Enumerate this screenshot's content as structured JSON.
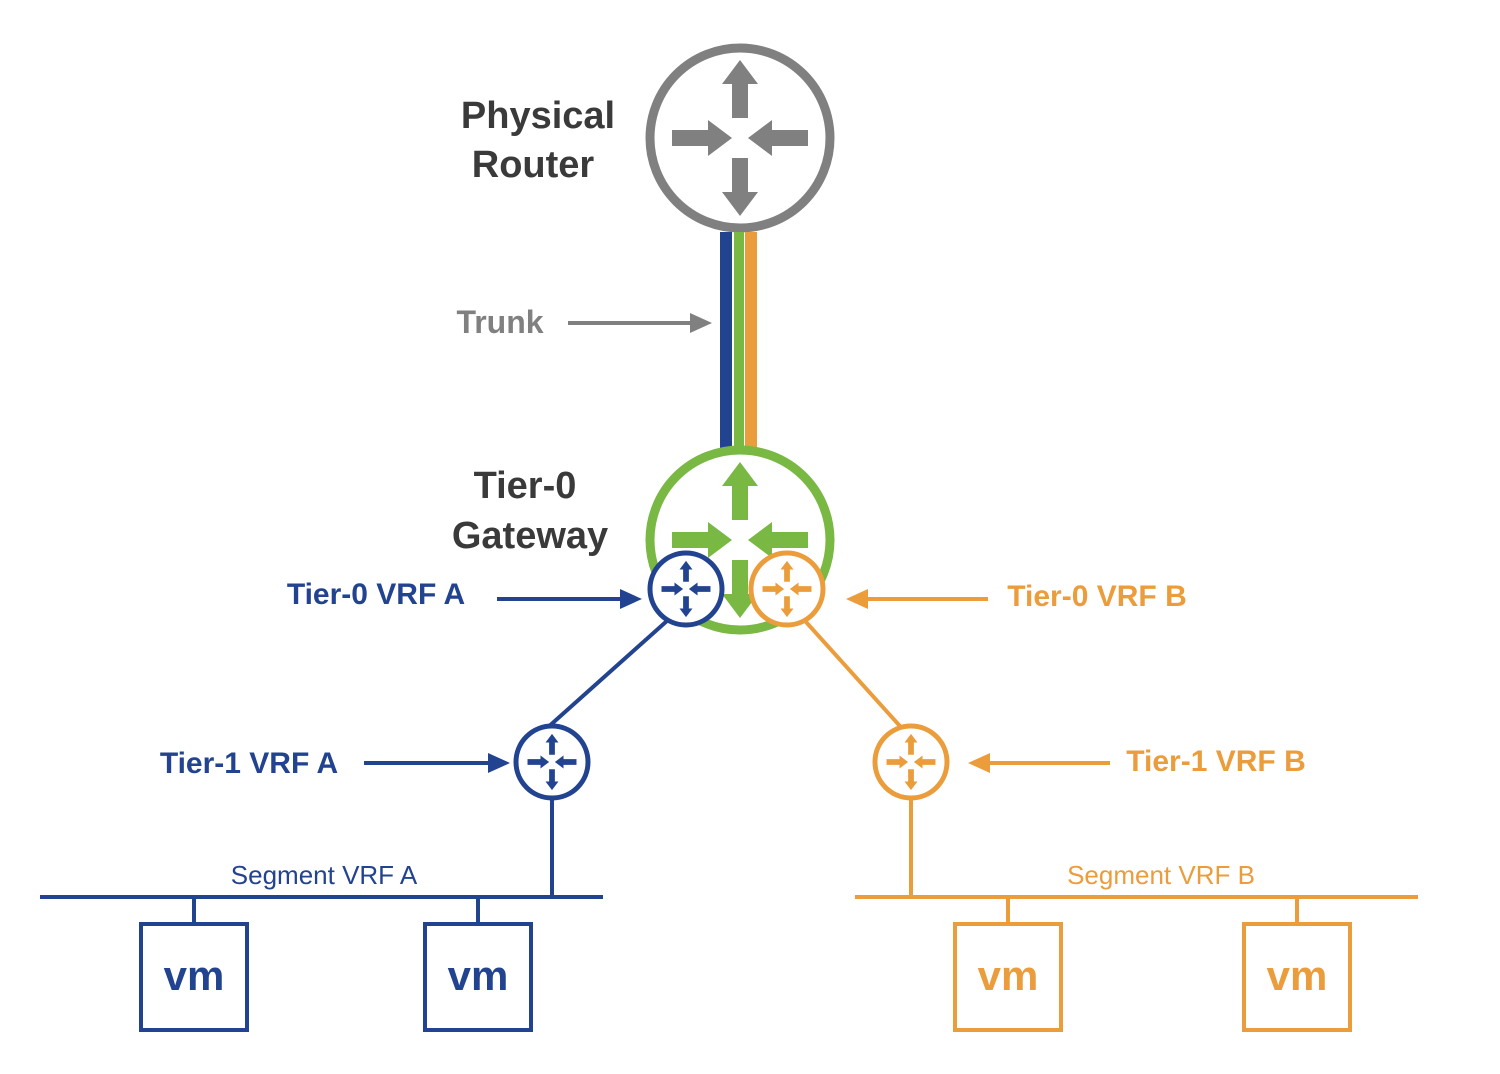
{
  "colors": {
    "gray": "#808080",
    "dark_gray": "#3a3a3a",
    "blue": "#22438f",
    "green": "#78b843",
    "orange": "#eb9d3c"
  },
  "labels": {
    "physical_router_line1": "Physical",
    "physical_router_line2": "Router",
    "trunk": "Trunk",
    "tier0_gateway_line1": "Tier-0",
    "tier0_gateway_line2": "Gateway",
    "tier0_vrf_a": "Tier-0 VRF A",
    "tier0_vrf_b": "Tier-0 VRF B",
    "tier1_vrf_a": "Tier-1 VRF A",
    "tier1_vrf_b": "Tier-1 VRF B",
    "segment_vrf_a": "Segment VRF A",
    "segment_vrf_b": "Segment VRF B"
  },
  "vms": [
    {
      "label": "vm"
    },
    {
      "label": "vm"
    },
    {
      "label": "vm"
    },
    {
      "label": "vm"
    }
  ],
  "icons": [
    "router-icon",
    "arrow-icon",
    "vm-icon"
  ]
}
